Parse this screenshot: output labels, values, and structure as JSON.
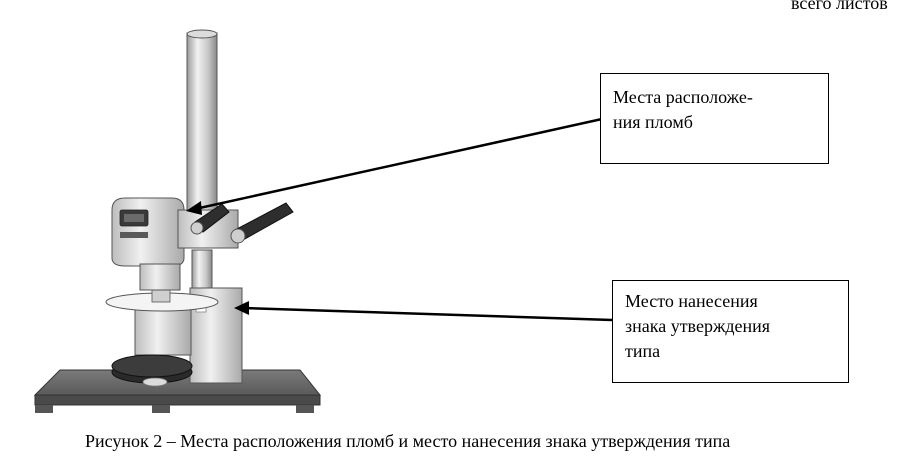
{
  "header_fragment": "всего листов",
  "callouts": {
    "seal_locations": {
      "line1": "Места расположе-",
      "line2": "ния пломб"
    },
    "type_approval_mark": {
      "line1": "Место нанесения",
      "line2": "знака утверждения",
      "line3": "типа"
    }
  },
  "caption": "Рисунок 2 – Места расположения пломб и место нанесения знака утверждения типа",
  "colors": {
    "text": "#000000",
    "metal_light": "#e6e6e6",
    "metal_dark": "#404040",
    "base": "#6a6a6a"
  }
}
